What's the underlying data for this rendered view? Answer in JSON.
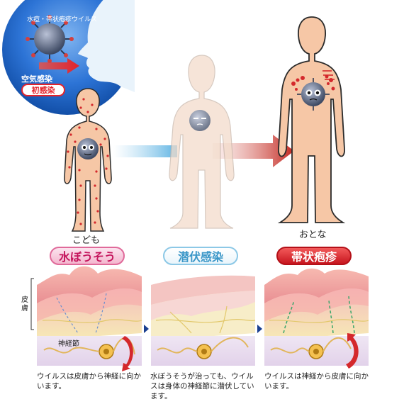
{
  "inset": {
    "virus_name": "水痘・帯状疱疹ウイルス",
    "route": "空気感染",
    "first_infection": "初感染"
  },
  "figures": {
    "child_label": "こども",
    "adult_label": "おとな"
  },
  "stages": [
    {
      "name": "水ぼうそう",
      "caption": "ウイルスは皮膚から神経に向かいます。"
    },
    {
      "name": "潜伏感染",
      "caption": "水ぼうそうが治っても、ウイルスは身体の神経節に潜伏しています。"
    },
    {
      "name": "帯状疱疹",
      "caption": "ウイルスは神経から皮膚に向かいます。"
    }
  ],
  "skin_label": "皮膚",
  "ganglion_label": "神経節",
  "colors": {
    "skin": "#f6c7a6",
    "latent_figure": "#f3dccb",
    "pink_accent": "#e06a9a",
    "blue_accent": "#3b97c8",
    "red_accent": "#c8161f",
    "virus_gray": "#5d6a85"
  }
}
